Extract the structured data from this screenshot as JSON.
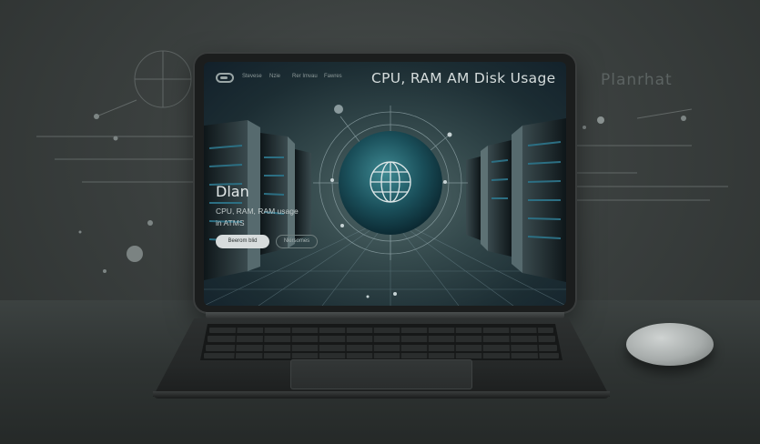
{
  "background": {
    "watermark_text": "Planrhat"
  },
  "screen": {
    "nav": {
      "links": [
        "Stevese",
        "Nzie",
        "Rer Imvau",
        "Fawres"
      ]
    },
    "hero_title": "CPU, RAM AM  Disk  Usage",
    "brand": "Dlan",
    "subtitle": "CPU, RAM, RAM usage\nin ATMS",
    "primary_button": "Beerom blid",
    "secondary_button": "Nkirsomes"
  },
  "colors": {
    "background": "#3a3f3e",
    "screen_teal": "#34494c",
    "primary_button": "#d7dcdc",
    "desk": "#2f3433"
  }
}
